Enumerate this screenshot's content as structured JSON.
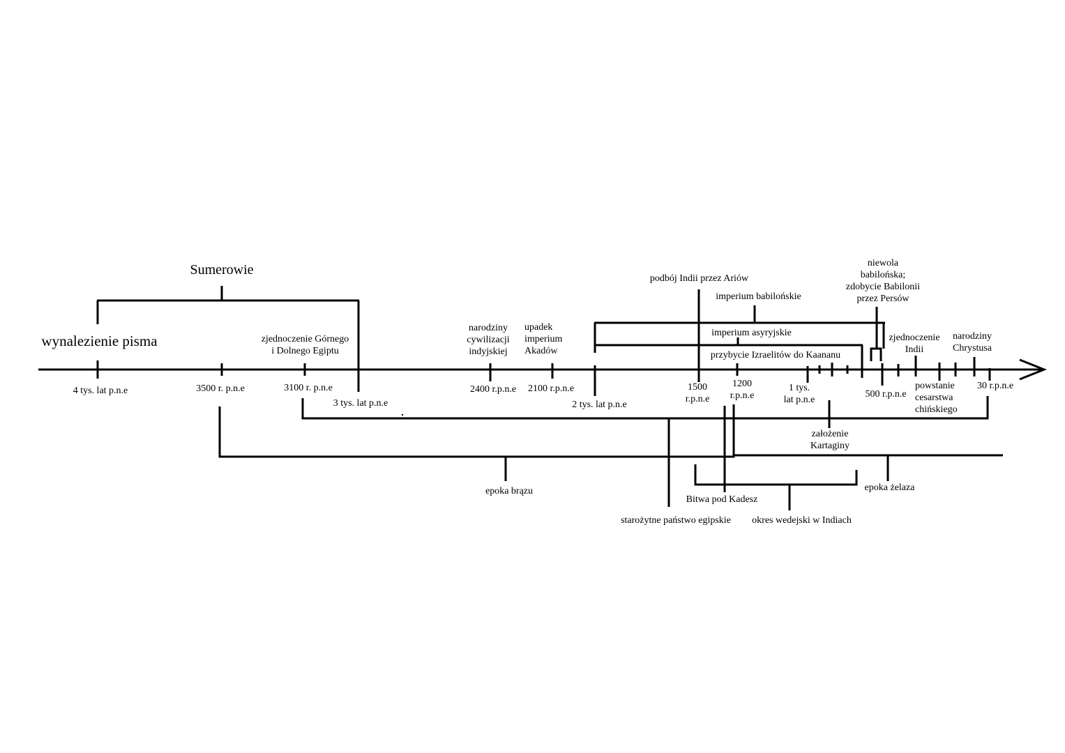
{
  "top_labels": {
    "sumerowie": "Sumerowie",
    "wynalezienie_pisma": "wynalezienie pisma",
    "zjednoczenie_egiptu": "zjednoczenie Górnego\ni Dolnego Egiptu",
    "cywilizacja_indyjska": "narodziny\ncywilizacji\nindyjskiej",
    "upadek_akadow": "upadek\nimperium\nAkadów",
    "podboj_indii": "podbój Indii przez Ariów",
    "imperium_babilonskie": "imperium babilońskie",
    "imperium_asyryjskie": "imperium asyryjskie",
    "przybycie_izraelitow": "przybycie Izraelitów do Kaananu",
    "niewola_babilonska": "niewola\nbabilońska;\nzdobycie Babilonii\nprzez Persów",
    "zjednoczenie_indii": "zjednoczenie\nIndii",
    "narodziny_chrystusa": "narodziny\nChrystusa"
  },
  "dates": {
    "d4000": "4 tys. lat p.n.e",
    "d3500": "3500 r. p.n.e",
    "d3100": "3100 r. p.n.e",
    "d3000": "3 tys. lat p.n.e",
    "d2400": "2400 r.p.n.e",
    "d2100": "2100 r.p.n.e",
    "d2000": "2 tys. lat p.n.e",
    "d1500": "1500\nr.p.n.e",
    "d1200": "1200\nr.p.n.e",
    "d1000": "1 tys.\nlat p.n.e",
    "d500": "500 r.p.n.e",
    "d30": "30 r.p.n.e"
  },
  "bottom_labels": {
    "powstanie_cesarstwa": "powstanie\ncesarstwa\nchińskiego",
    "zalozenie_kartaginy": "założenie\nKartaginy",
    "epoka_brazu": "epoka brązu",
    "epoka_zelaza": "epoka żelaza",
    "bitwa_pod_kadesz": "Bitwa pod Kadesz",
    "panstwo_egipskie": "starożytne państwo egipskie",
    "okres_wedejski": "okres wedejski w Indiach"
  },
  "colors": {
    "ink": "#000000",
    "background": "#ffffff"
  }
}
